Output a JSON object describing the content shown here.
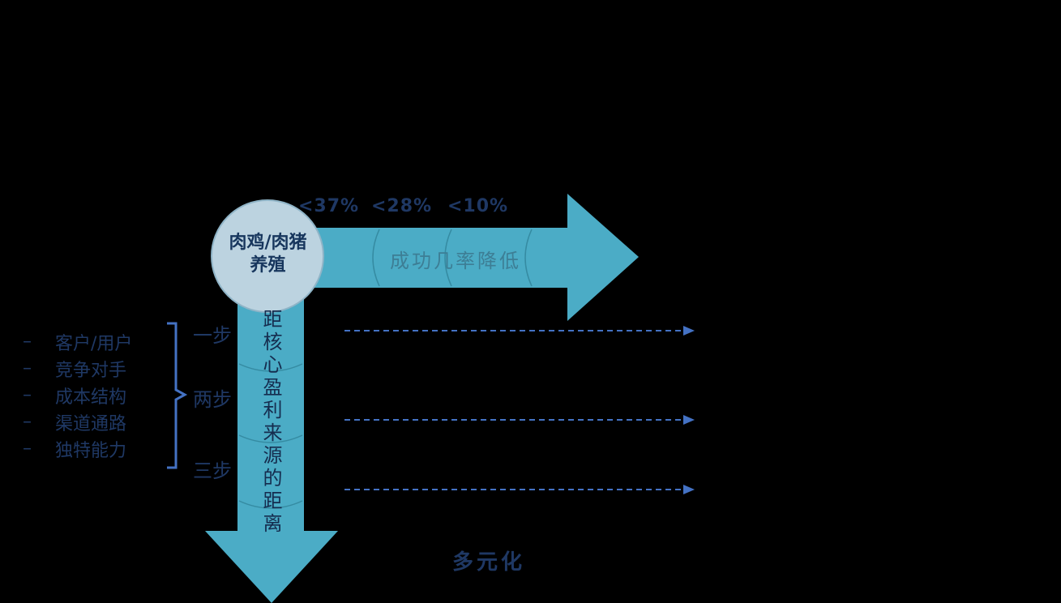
{
  "colors": {
    "background": "#000000",
    "teal": "#4BACC6",
    "teal-dark": "#31859B",
    "circle-fill": "#BCD3E0",
    "circle-stroke": "#8FB4C7",
    "circle-text": "#17365D",
    "navy": "#1F3864",
    "navy-dark": "#152C4E",
    "arrow-label": "#3D7E95",
    "accent-blue": "#4472C4"
  },
  "diagram": {
    "circle": {
      "line1": "肉鸡/肉猪",
      "line2": "养殖"
    },
    "percent_labels": [
      "<37%",
      "<28%",
      "<10%"
    ],
    "horizontal_arrow_label": "成功几率降低",
    "vertical_arrow_label": "距核心盈利来源的距离",
    "list_dash": "–",
    "left_list": [
      "客户/用户",
      "竞争对手",
      "成本结构",
      "渠道通路",
      "独特能力"
    ],
    "steps": [
      "一步",
      "两步",
      "三步"
    ],
    "bottom_label": "多元化"
  }
}
